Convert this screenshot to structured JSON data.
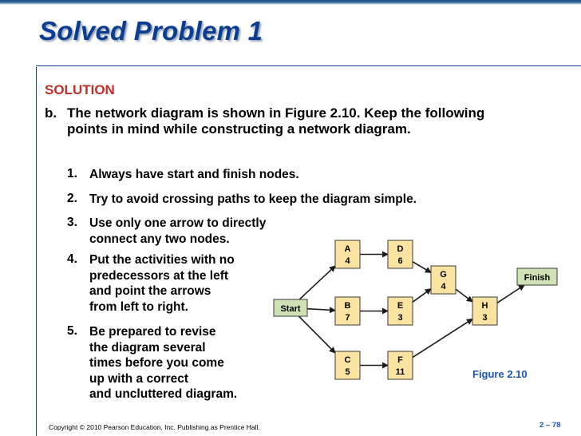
{
  "title": "Solved Problem 1",
  "solution_heading": "SOLUTION",
  "intro": {
    "label": "b.",
    "text": "The network diagram is shown in Figure 2.10. Keep the following points in mind while constructing a network diagram."
  },
  "points": [
    {
      "num": "1.",
      "lines": [
        "Always have start and finish nodes."
      ]
    },
    {
      "num": "2.",
      "lines": [
        "Try to avoid crossing paths to keep the diagram simple."
      ]
    },
    {
      "num": "3.",
      "lines": [
        "Use only one arrow to directly",
        "connect any two nodes."
      ]
    },
    {
      "num": "4.",
      "lines": [
        "Put the activities with no",
        "predecessors at the left",
        "and point the arrows",
        "from left to right."
      ]
    },
    {
      "num": "5.",
      "lines": [
        "Be prepared to revise",
        "the diagram several",
        "times before you come",
        "up with a correct",
        "and uncluttered diagram."
      ]
    }
  ],
  "diagram": {
    "start_label": "Start",
    "finish_label": "Finish",
    "nodes": [
      {
        "id": "A",
        "duration": "4"
      },
      {
        "id": "B",
        "duration": "7"
      },
      {
        "id": "C",
        "duration": "5"
      },
      {
        "id": "D",
        "duration": "6"
      },
      {
        "id": "E",
        "duration": "3"
      },
      {
        "id": "F",
        "duration": "11"
      },
      {
        "id": "G",
        "duration": "4"
      },
      {
        "id": "H",
        "duration": "3"
      }
    ],
    "edges": [
      [
        "Start",
        "A"
      ],
      [
        "Start",
        "B"
      ],
      [
        "Start",
        "C"
      ],
      [
        "A",
        "D"
      ],
      [
        "B",
        "E"
      ],
      [
        "C",
        "F"
      ],
      [
        "D",
        "G"
      ],
      [
        "E",
        "G"
      ],
      [
        "G",
        "H"
      ],
      [
        "F",
        "H"
      ],
      [
        "H",
        "Finish"
      ]
    ],
    "caption": "Figure 2.10"
  },
  "colors": {
    "title": "#0b3d91",
    "solution": "#c0302b",
    "node_fill": "#fbe3a1",
    "node_border": "#3a3a3a",
    "start_finish_fill": "#cfe2b5",
    "caption": "#1a56b0"
  },
  "footer": {
    "copyright": "Copyright © 2010 Pearson Education, Inc. Publishing as Prentice Hall.",
    "slide_number": "2 – 78"
  }
}
